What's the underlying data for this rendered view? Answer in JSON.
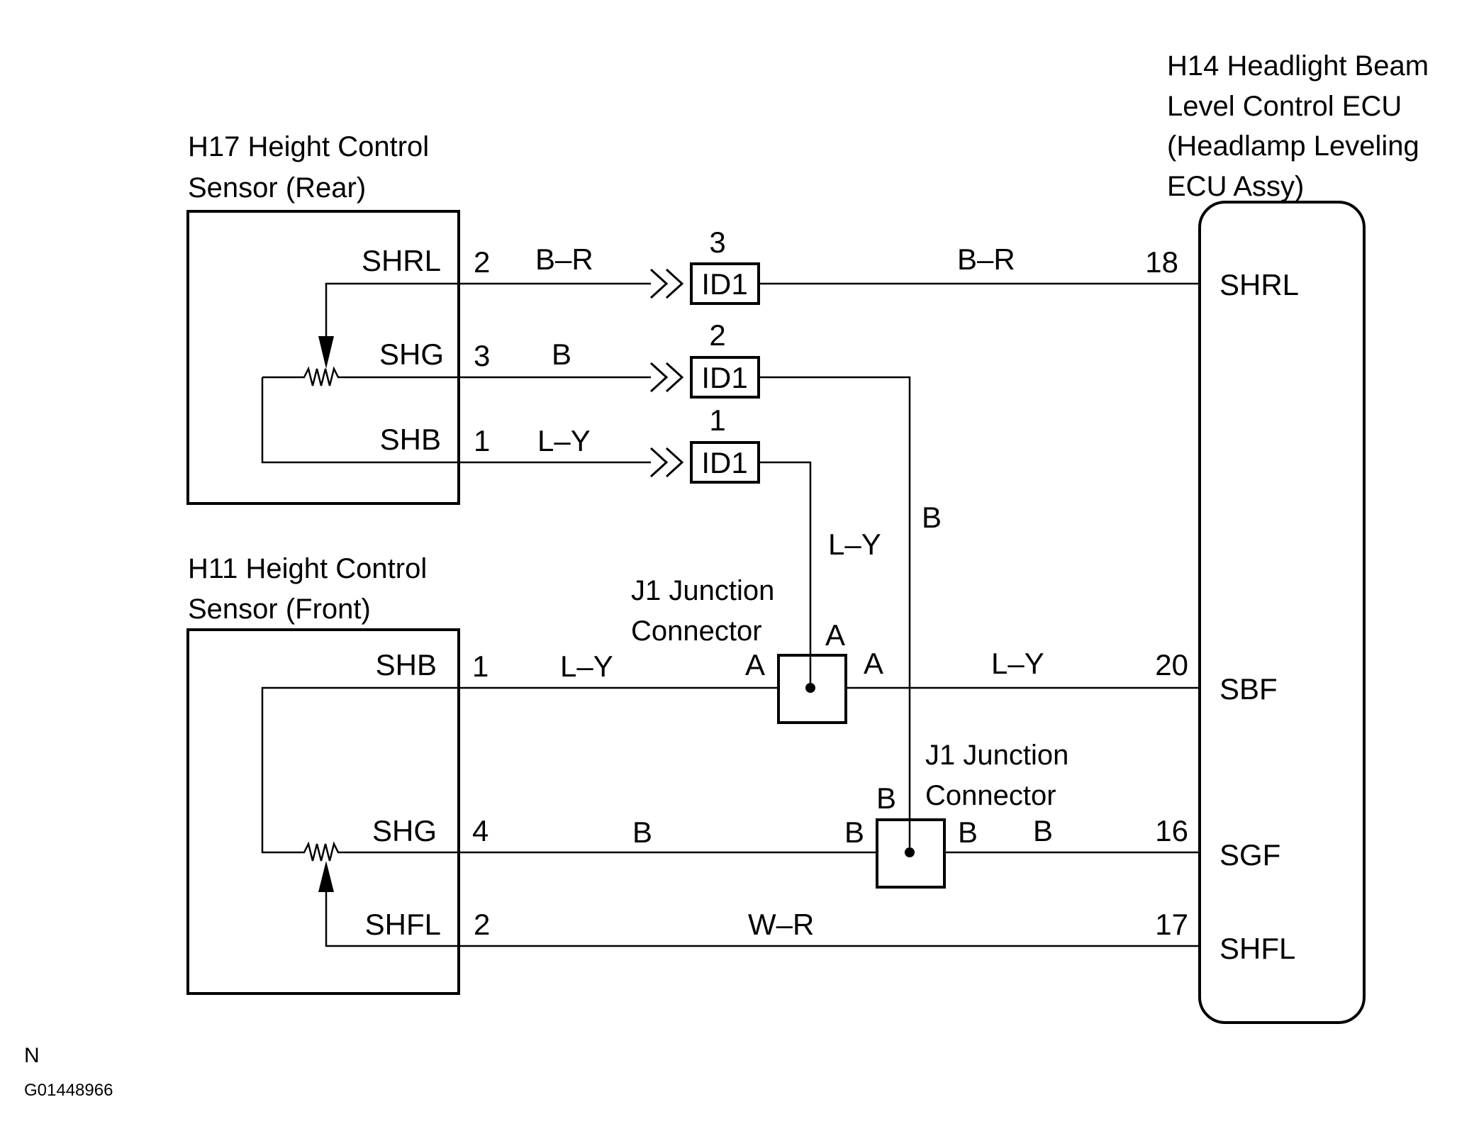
{
  "rear_sensor": {
    "title_line1": "H17 Height Control",
    "title_line2": "Sensor (Rear)",
    "pins": [
      {
        "name": "SHRL",
        "num": "2",
        "wire": "B–R"
      },
      {
        "name": "SHG",
        "num": "3",
        "wire": "B"
      },
      {
        "name": "SHB",
        "num": "1",
        "wire": "L–Y"
      }
    ]
  },
  "front_sensor": {
    "title_line1": "H11 Height Control",
    "title_line2": "Sensor (Front)",
    "pins": [
      {
        "name": "SHB",
        "num": "1",
        "wire": "L–Y"
      },
      {
        "name": "SHG",
        "num": "4",
        "wire": "B"
      },
      {
        "name": "SHFL",
        "num": "2",
        "wire": "W–R"
      }
    ]
  },
  "ecu": {
    "title_lines": [
      "H14 Headlight Beam",
      "Level Control ECU",
      "(Headlamp Leveling",
      "ECU Assy)"
    ],
    "pins": [
      {
        "name": "SHRL",
        "num": "18"
      },
      {
        "name": "SBF",
        "num": "20"
      },
      {
        "name": "SGF",
        "num": "16"
      },
      {
        "name": "SHFL",
        "num": "17"
      }
    ]
  },
  "id_connectors": [
    {
      "label": "ID1",
      "pin": "3"
    },
    {
      "label": "ID1",
      "pin": "2"
    },
    {
      "label": "ID1",
      "pin": "1"
    }
  ],
  "wires": {
    "shrl_right": "B–R",
    "shg_vertical": "B",
    "shb_vertical": "L–Y",
    "sbf_right": "L–Y",
    "sgf_right": "B"
  },
  "junction_a": {
    "line1": "J1 Junction",
    "line2": "Connector",
    "top": "A",
    "left": "A",
    "right": "A"
  },
  "junction_b": {
    "line1": "J1 Junction",
    "line2": "Connector",
    "top": "B",
    "left": "B",
    "right": "B"
  },
  "footer": {
    "letter": "N",
    "code": "G01448966"
  }
}
